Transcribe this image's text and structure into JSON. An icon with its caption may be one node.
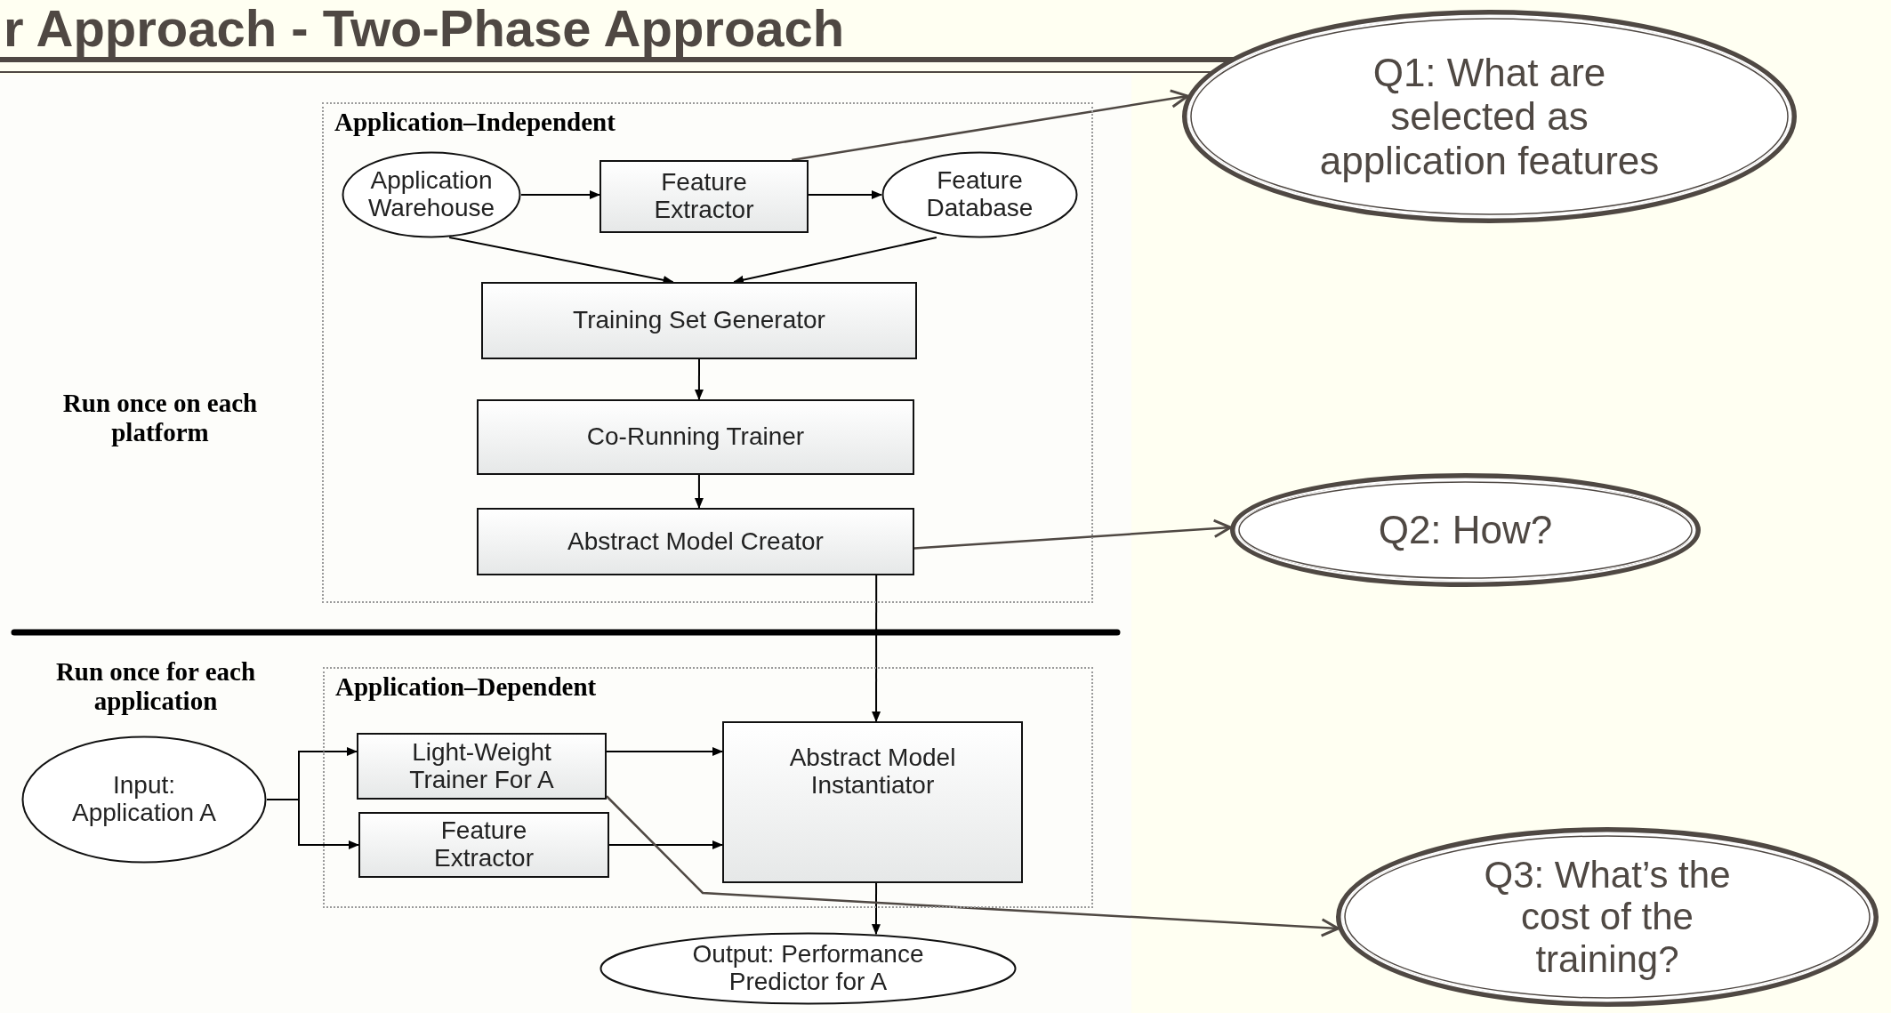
{
  "diagram": {
    "title": "r Approach - Two-Phase Approach",
    "nodes": [
      {
        "text": [
          "Application–Independent"
        ]
      },
      {
        "text": [
          "Application Warehouse"
        ],
        "in": 0
      },
      {
        "text": [
          "Feature Extractor"
        ],
        "in": 0
      },
      {
        "text": [
          "Feature Database"
        ],
        "in": 0
      },
      {
        "text": [
          "Training Set Generator"
        ],
        "in": 0
      },
      {
        "text": [
          "Co-Running Trainer"
        ],
        "in": 0
      },
      {
        "text": [
          "Abstract Model Creator"
        ],
        "in": 0
      },
      {
        "text": [
          "Application–Dependent"
        ]
      },
      {
        "text": [
          "Light-Weight Trainer For A"
        ],
        "in": 7
      },
      {
        "text": [
          "Feature Extractor"
        ],
        "in": 7
      },
      {
        "text": [
          "Abstract Model Instantiator"
        ],
        "in": 7
      },
      {
        "text": [
          "Input: Application A"
        ]
      },
      {
        "text": [
          "Output: Performance Predictor for A"
        ]
      },
      {
        "text": [
          "Q1: What are selected as application features"
        ]
      },
      {
        "text": [
          "Q2: How?"
        ]
      },
      {
        "text": [
          "Q3: What’s the cost of the training?"
        ]
      }
    ],
    "edges": [
      {
        "from": 1,
        "to": 2,
        "arrow": "to"
      },
      {
        "from": 2,
        "to": 3,
        "arrow": "to"
      },
      {
        "from": 1,
        "to": 4,
        "arrow": "to"
      },
      {
        "from": 3,
        "to": 4,
        "arrow": "to"
      },
      {
        "from": 4,
        "to": 5,
        "arrow": "to"
      },
      {
        "from": 5,
        "to": 6,
        "arrow": "to"
      },
      {
        "from": 6,
        "to": 10,
        "arrow": "to"
      },
      {
        "from": 11,
        "to": 8,
        "arrow": "to"
      },
      {
        "from": 11,
        "to": 9,
        "arrow": "to"
      },
      {
        "from": 8,
        "to": 10,
        "arrow": "to"
      },
      {
        "from": 9,
        "to": 10,
        "arrow": "to"
      },
      {
        "from": 10,
        "to": 12,
        "arrow": "to"
      },
      {
        "from": 2,
        "to": 13,
        "arrow": "to",
        "color": "#4f4843"
      },
      {
        "from": 6,
        "to": 14,
        "arrow": "to",
        "color": "#4f4843"
      },
      {
        "from": 8,
        "to": 15,
        "arrow": "to",
        "color": "#4f4843"
      }
    ],
    "labels": [
      "Run once on each platform",
      "Run once for each application"
    ]
  }
}
